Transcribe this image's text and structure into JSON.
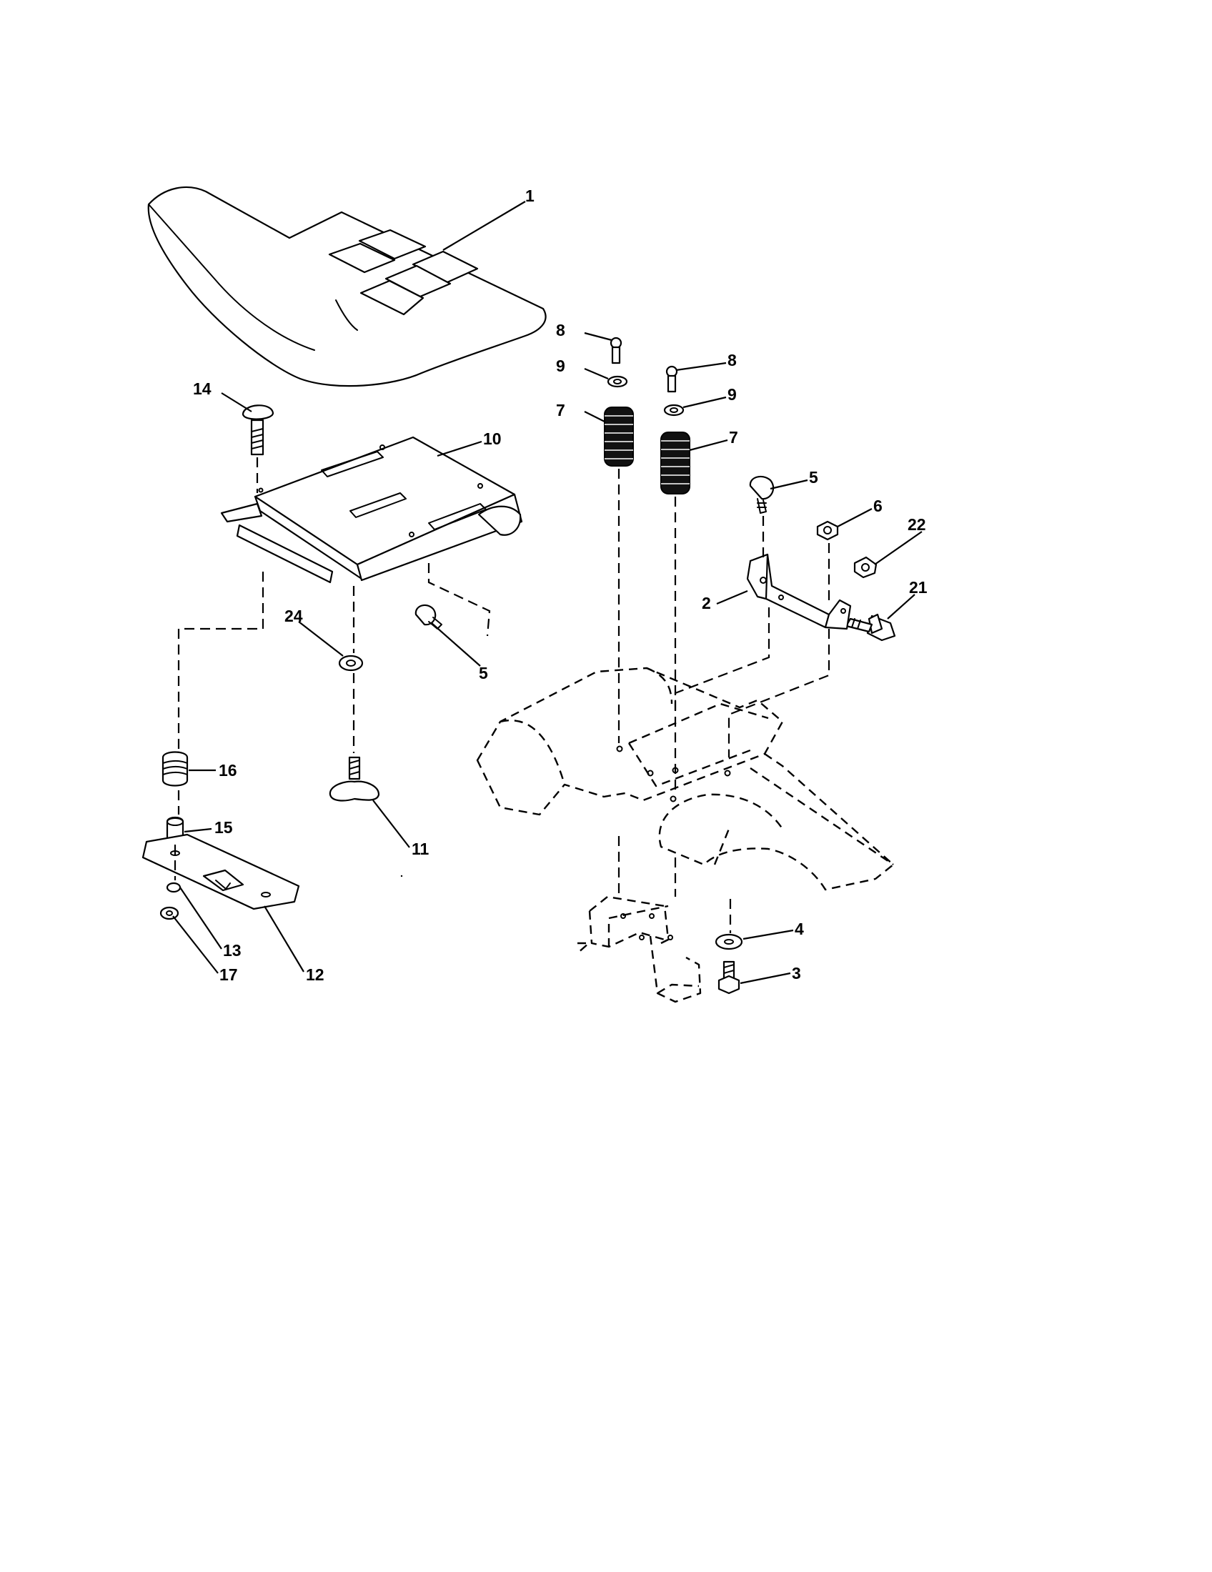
{
  "callouts": [
    {
      "id": "c1",
      "text": "1"
    },
    {
      "id": "c8a",
      "text": "8"
    },
    {
      "id": "c9a",
      "text": "9"
    },
    {
      "id": "c7a",
      "text": "7"
    },
    {
      "id": "c8b",
      "text": "8"
    },
    {
      "id": "c9b",
      "text": "9"
    },
    {
      "id": "c7b",
      "text": "7"
    },
    {
      "id": "c14",
      "text": "14"
    },
    {
      "id": "c10",
      "text": "10"
    },
    {
      "id": "c5a",
      "text": "5"
    },
    {
      "id": "c6",
      "text": "6"
    },
    {
      "id": "c22",
      "text": "22"
    },
    {
      "id": "c21",
      "text": "21"
    },
    {
      "id": "c2",
      "text": "2"
    },
    {
      "id": "c24",
      "text": "24"
    },
    {
      "id": "c5b",
      "text": "5"
    },
    {
      "id": "c16",
      "text": "16"
    },
    {
      "id": "c15",
      "text": "15"
    },
    {
      "id": "c11",
      "text": "11"
    },
    {
      "id": "c13",
      "text": "13"
    },
    {
      "id": "c17",
      "text": "17"
    },
    {
      "id": "c12",
      "text": "12"
    },
    {
      "id": "c4",
      "text": "4"
    },
    {
      "id": "c3",
      "text": "3"
    }
  ]
}
